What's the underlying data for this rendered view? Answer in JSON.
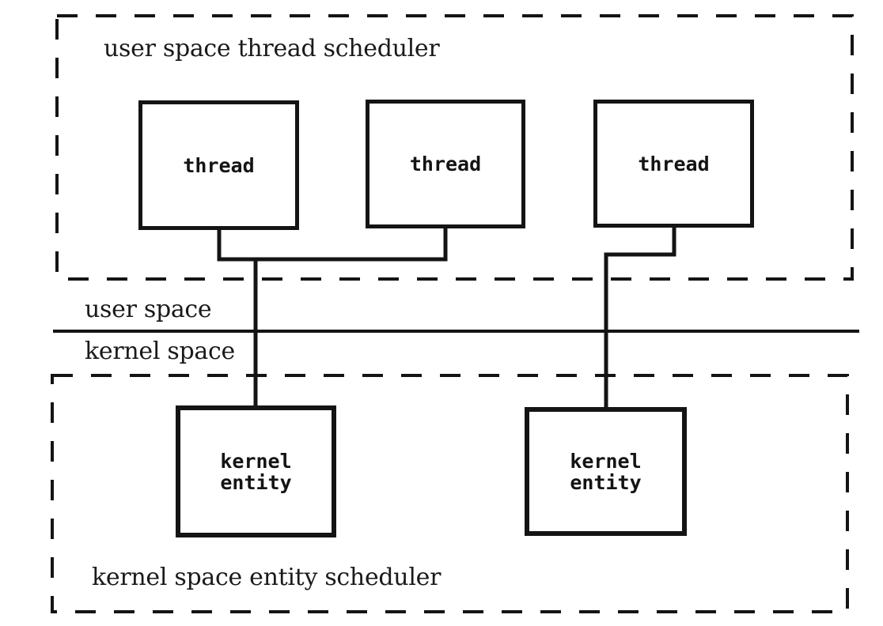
{
  "user_scheduler": {
    "label": "user space thread scheduler",
    "threads": [
      {
        "label": "thread"
      },
      {
        "label": "thread"
      },
      {
        "label": "thread"
      }
    ]
  },
  "boundary": {
    "user_space_label": "user space",
    "kernel_space_label": "kernel space"
  },
  "kernel_scheduler": {
    "label": "kernel space entity scheduler",
    "entities": [
      {
        "label": "kernel\nentity"
      },
      {
        "label": "kernel\nentity"
      }
    ]
  },
  "colors": {
    "line": "#141414",
    "background": "#ffffff"
  }
}
